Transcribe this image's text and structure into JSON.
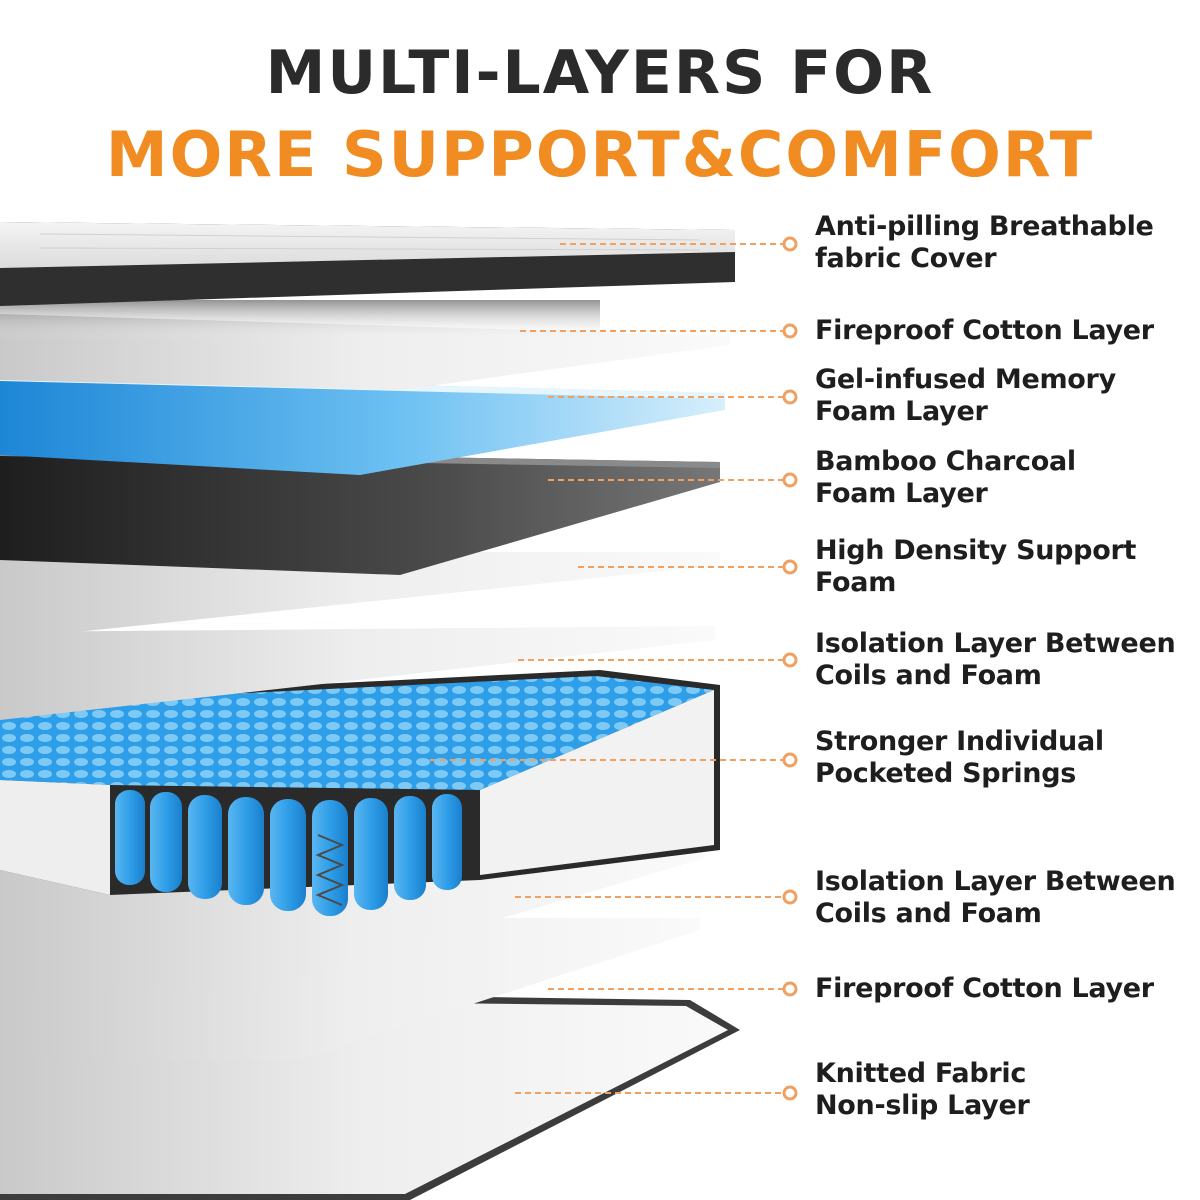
{
  "title": {
    "line1": "MULTI-LAYERS FOR",
    "line2": "MORE SUPPORT&COMFORT"
  },
  "colors": {
    "title_dark": "#2b2b2b",
    "title_accent": "#f08c22",
    "leader_line": "#f0a060",
    "gel_blue": "#3aa3e6",
    "spring_blue": "#2f9ee8",
    "charcoal": "#4a4a4a"
  },
  "layers": [
    {
      "lines": [
        "Anti-pilling Breathable",
        "fabric Cover"
      ]
    },
    {
      "lines": [
        "Fireproof Cotton Layer"
      ]
    },
    {
      "lines": [
        "Gel-infused Memory",
        "Foam Layer"
      ]
    },
    {
      "lines": [
        "Bamboo Charcoal",
        "Foam Layer"
      ]
    },
    {
      "lines": [
        "High Density Support",
        "Foam"
      ]
    },
    {
      "lines": [
        "Isolation Layer Between",
        "Coils and Foam"
      ]
    },
    {
      "lines": [
        "Stronger Individual",
        "Pocketed Springs"
      ]
    },
    {
      "lines": [
        "Isolation Layer Between",
        "Coils and Foam"
      ]
    },
    {
      "lines": [
        "Fireproof Cotton Layer"
      ]
    },
    {
      "lines": [
        "Knitted Fabric",
        "Non-slip Layer"
      ]
    }
  ]
}
